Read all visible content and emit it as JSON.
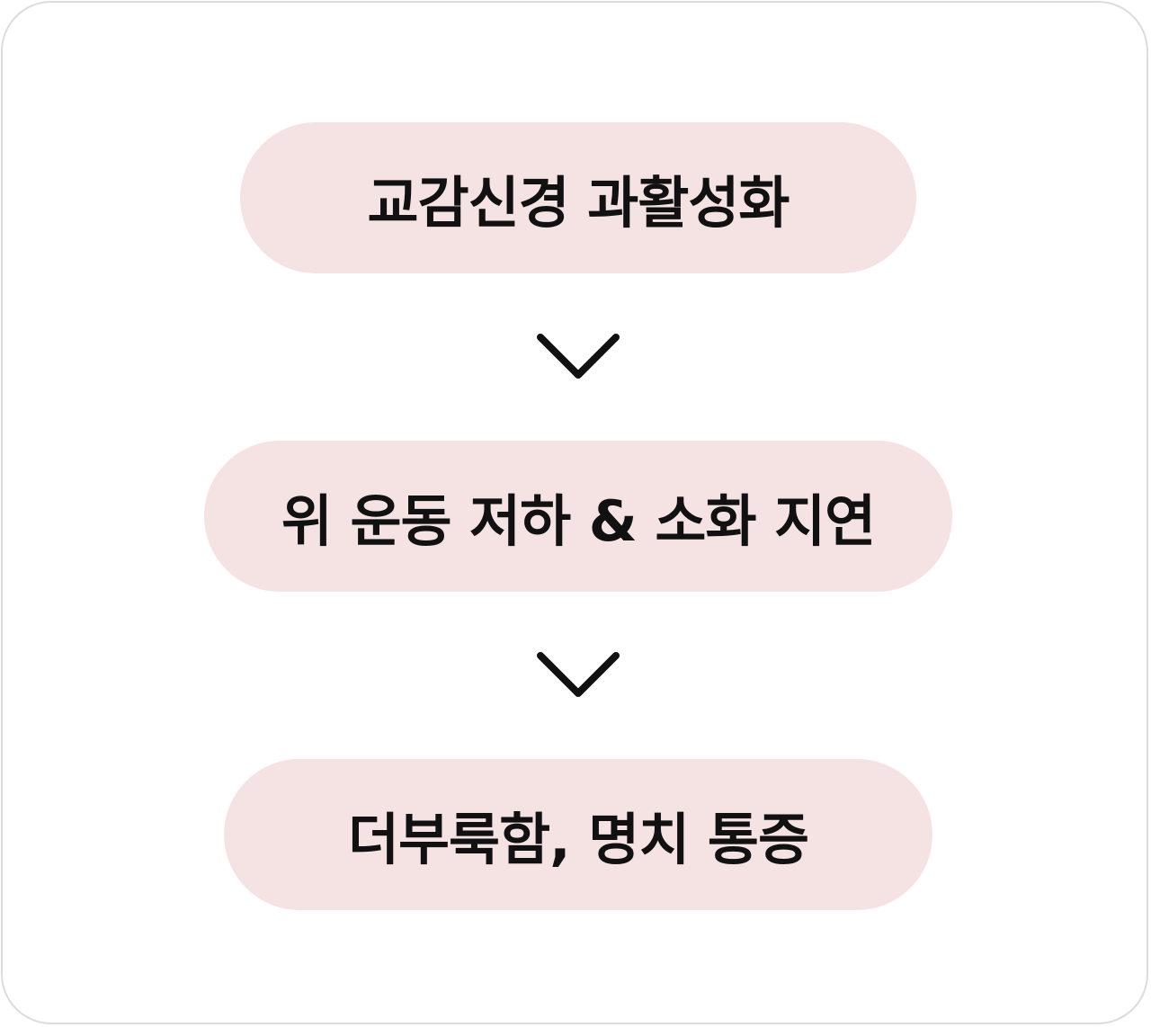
{
  "flow": {
    "steps": [
      {
        "label": "교감신경 과활성화"
      },
      {
        "label": "위 운동 저하 & 소화 지연"
      },
      {
        "label": "더부룩함, 명치 통증"
      }
    ],
    "connector_icon": "chevron-down-icon"
  },
  "colors": {
    "pill_fill": "#f5e2e2",
    "text": "#111111",
    "border": "#dcdcdc"
  }
}
